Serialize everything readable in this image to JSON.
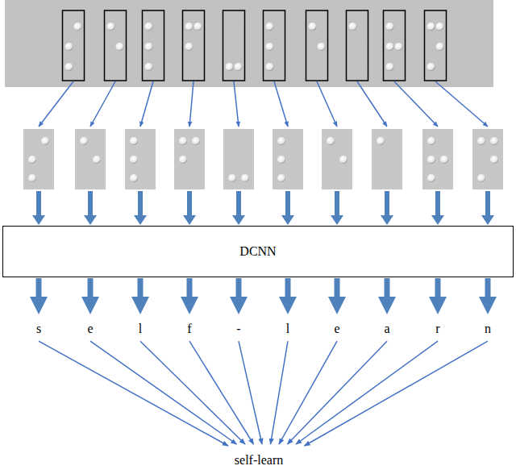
{
  "diagram": {
    "nodes": [
      {
        "text": [
          "DCNN"
        ]
      }
    ],
    "labels": [
      "s",
      "e",
      "l",
      "f",
      "-",
      "l",
      "e",
      "a",
      "r",
      "n",
      "self-learn"
    ]
  }
}
